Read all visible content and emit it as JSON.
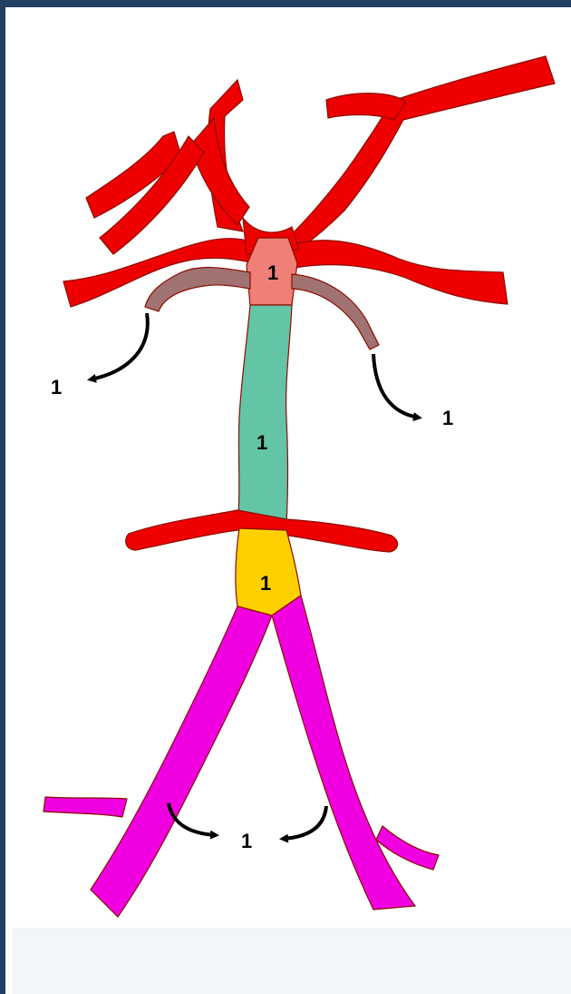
{
  "colors": {
    "frame": "#1f3f63",
    "artery_red": "#ee0000",
    "segment_salmon": "#f07f78",
    "segment_mauve": "#a07272",
    "segment_teal": "#64c4a6",
    "segment_yellow": "#ffd000",
    "segment_magenta": "#f000e0",
    "arrow": "#000000"
  },
  "labels": {
    "upper_segment": "1",
    "left_branch_arrow": "1",
    "right_branch_arrow": "1",
    "middle_segment": "1",
    "lower_segment": "1",
    "bottom_arrows": "1"
  }
}
